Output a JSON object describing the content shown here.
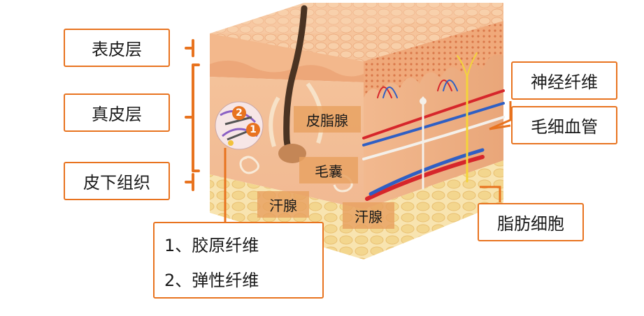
{
  "layers": {
    "epidermis": "表皮层",
    "dermis": "真皮层",
    "subcutis": "皮下组织"
  },
  "callouts": {
    "sebaceous_gland": "皮脂腺",
    "hair_follicle": "毛囊",
    "sweat_gland_left": "汗腺",
    "sweat_gland_right": "汗腺",
    "nerve_fiber": "神经纤维",
    "capillary": "毛细血管",
    "fat_cell": "脂肪细胞"
  },
  "fiber_legend": {
    "item1": "1、胶原纤维",
    "item2": "2、弹性纤维"
  },
  "inset_markers": {
    "marker1": "1",
    "marker2": "2"
  },
  "colors": {
    "accent": "#e8731f",
    "skin_light": "#f7c9a0",
    "skin_mid": "#eea87a",
    "fat": "#f6dfa4",
    "artery": "#d6262b",
    "vein": "#2f5fc4",
    "nerve": "#f4d43a"
  }
}
